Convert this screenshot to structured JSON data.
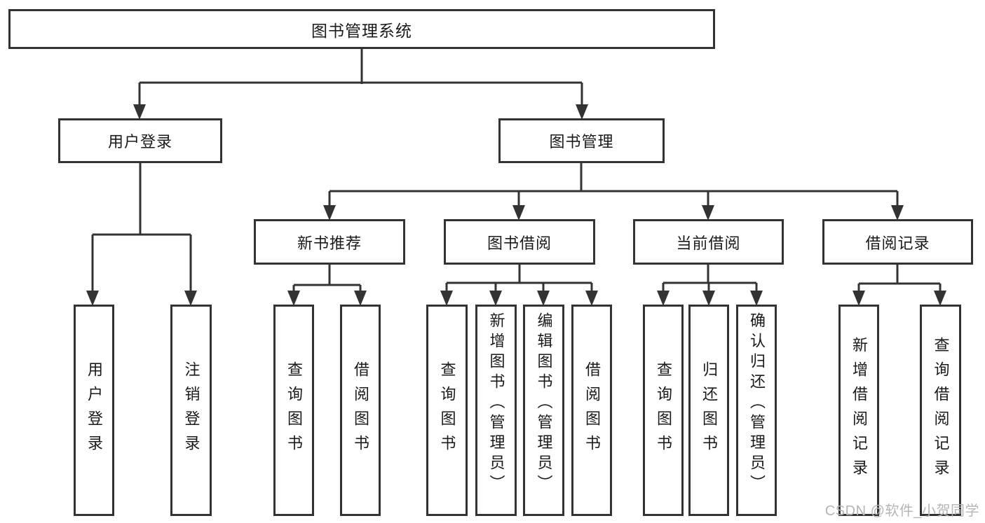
{
  "tree": {
    "label": "图书管理系统",
    "children": [
      {
        "label": "用户登录",
        "children": [
          {
            "label": "用户登录"
          },
          {
            "label": "注销登录"
          }
        ]
      },
      {
        "label": "图书管理",
        "children": [
          {
            "label": "新书推荐",
            "children": [
              {
                "label": "查询图书"
              },
              {
                "label": "借阅图书"
              }
            ]
          },
          {
            "label": "图书借阅",
            "children": [
              {
                "label": "查询图书"
              },
              {
                "label": "新增图书（管理员）"
              },
              {
                "label": "编辑图书（管理员）"
              },
              {
                "label": "借阅图书"
              }
            ]
          },
          {
            "label": "当前借阅",
            "children": [
              {
                "label": "查询图书"
              },
              {
                "label": "归还图书"
              },
              {
                "label": "确认归还（管理员）"
              }
            ]
          },
          {
            "label": "借阅记录",
            "children": [
              {
                "label": "新增借阅记录"
              },
              {
                "label": "查询借阅记录"
              }
            ]
          }
        ]
      }
    ]
  },
  "watermark": {
    "text": "CSDN @软件_小贺同学",
    "color": "#b5b5b5"
  },
  "colors": {
    "line": "#333333",
    "box_border": "#333333",
    "text": "#1a1a1a",
    "background": "#ffffff"
  }
}
